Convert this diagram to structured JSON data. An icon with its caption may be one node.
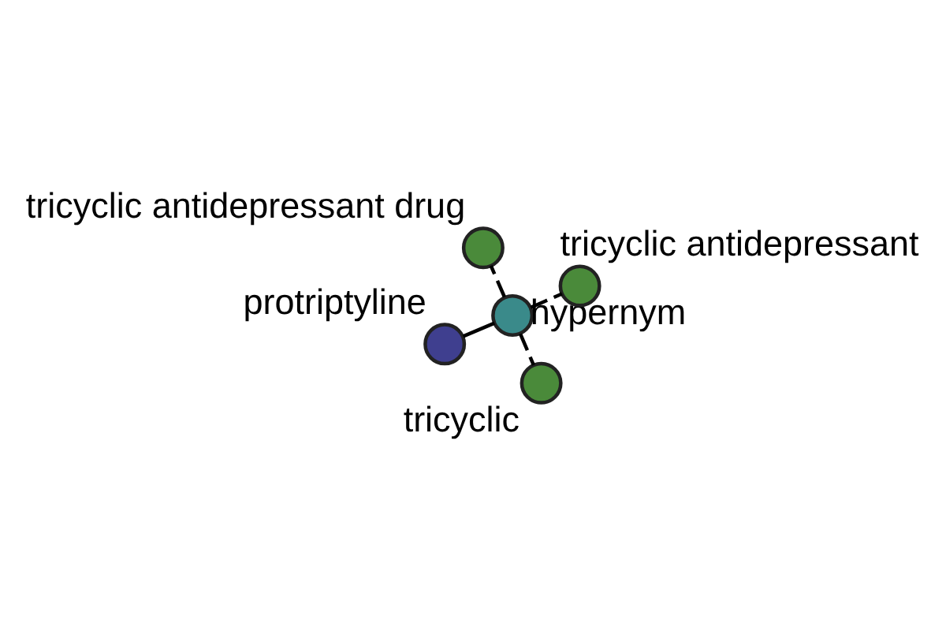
{
  "diagram": {
    "nodes": [
      {
        "text": [],
        "shape": "circle",
        "beside": [
          "protriptyline"
        ]
      },
      {
        "text": [],
        "shape": "circle",
        "beside": [
          "hypernym"
        ]
      },
      {
        "text": [],
        "shape": "circle",
        "beside": [
          "tricyclic"
        ]
      },
      {
        "text": [],
        "shape": "circle",
        "beside": [
          "tricyclic antidepressant drug"
        ]
      },
      {
        "text": [],
        "shape": "circle",
        "beside": [
          "tricyclic antidepressant"
        ]
      }
    ],
    "edges": [
      {
        "from": 0,
        "to": 1,
        "arrow": "none"
      },
      {
        "from": 1,
        "to": 2,
        "arrow": "none",
        "style": "dashed"
      },
      {
        "from": 1,
        "to": 3,
        "arrow": "none",
        "style": "dashed"
      },
      {
        "from": 1,
        "to": 4,
        "arrow": "none",
        "style": "dashed"
      }
    ]
  }
}
